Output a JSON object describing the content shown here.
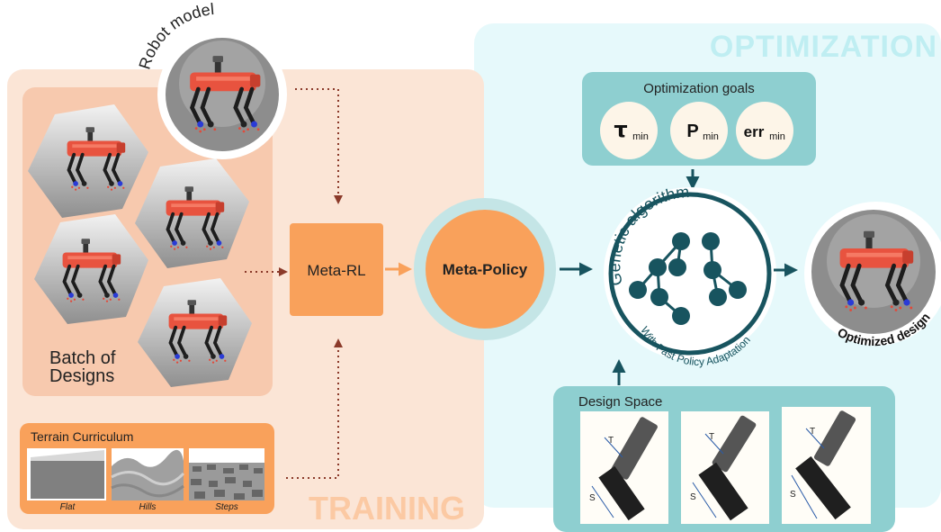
{
  "colors": {
    "training_panel": "#fbe5d6",
    "designs_panel": "#f7c9ae",
    "optimization_panel": "#e6f9fb",
    "teal_box": "#8ecfd0",
    "teal_dark": "#18545f",
    "orange": "#f9a15b",
    "orange_title": "#fbc9a3",
    "cyan_title": "#bfeef2",
    "dotted_red": "#8b3a2a"
  },
  "training": {
    "title": "TRAINING",
    "robot_model_label": "Robot model",
    "batch_label_line1": "Batch of",
    "batch_label_line2": "Designs",
    "meta_rl_label": "Meta-RL",
    "meta_policy_label": "Meta-Policy",
    "terrain": {
      "title": "Terrain Curriculum",
      "items": [
        "Flat",
        "Hills",
        "Steps"
      ]
    }
  },
  "optimization": {
    "title": "OPTIMIZATION",
    "goals_title": "Optimization goals",
    "goals": [
      {
        "symbol": "τ",
        "sub": "min"
      },
      {
        "symbol": "P",
        "sub": "min"
      },
      {
        "symbol": "err",
        "sub": "min"
      }
    ],
    "ga_title": "Genetic algorithm",
    "ga_subtitle": "With Fast Policy Adaptation",
    "design_space_title": "Design Space",
    "leg_labels": {
      "upper": "T",
      "lower": "S"
    },
    "optimized_label": "Optimized design"
  }
}
